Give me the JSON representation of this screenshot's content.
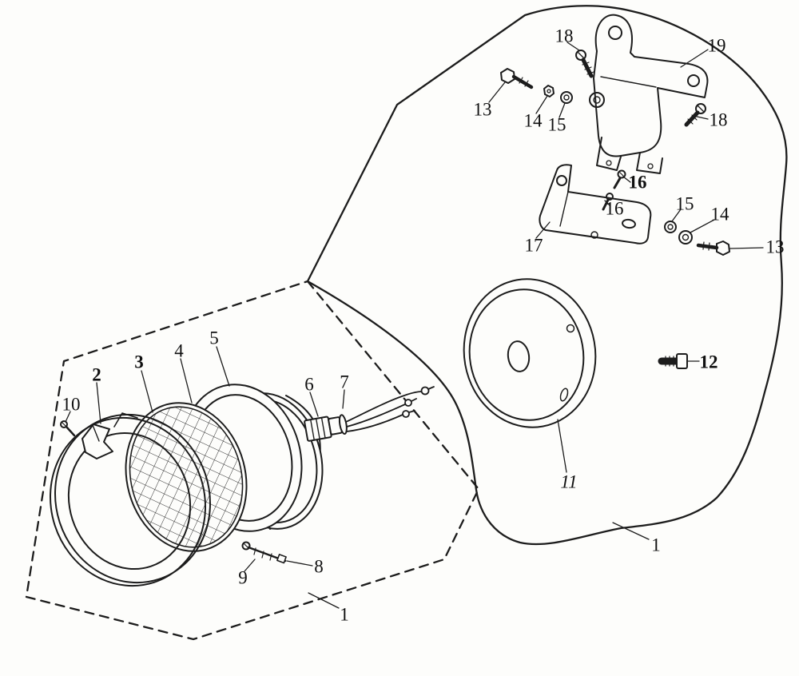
{
  "diagram": {
    "kind": "exploded-parts-diagram",
    "ink_color": "#1c1c1c",
    "background_color": "#fdfdfb"
  },
  "callouts": [
    "18",
    "19",
    "13",
    "14",
    "15",
    "18",
    "16",
    "16",
    "17",
    "15",
    "14",
    "13",
    "12",
    "11",
    "1",
    "2",
    "10",
    "3",
    "4",
    "5",
    "6",
    "7",
    "8",
    "9",
    "1"
  ]
}
